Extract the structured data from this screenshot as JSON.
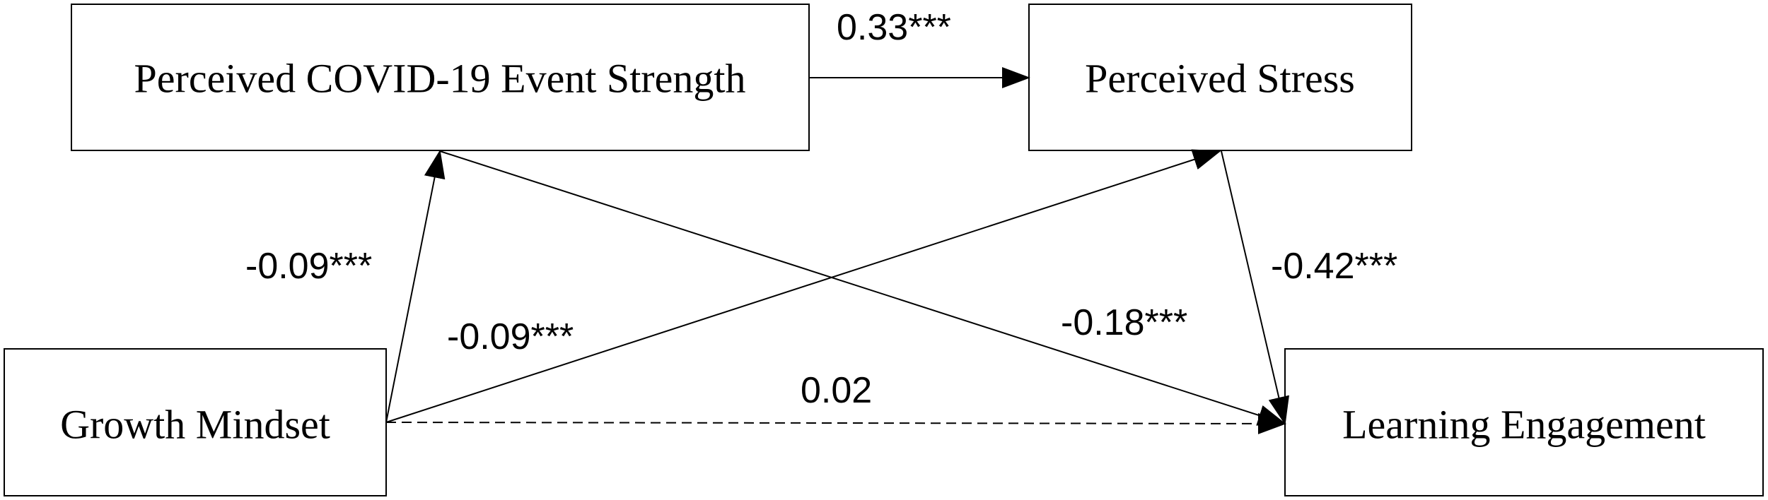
{
  "nodes": {
    "covid_strength": "Perceived COVID-19 Event Strength",
    "perceived_stress": "Perceived Stress",
    "growth_mindset": "Growth Mindset",
    "learning_engagement": "Learning Engagement"
  },
  "paths": {
    "covid_to_stress": "0.33***",
    "mindset_to_covid": "-0.09***",
    "mindset_to_stress": "-0.09***",
    "stress_to_engagement": "-0.42***",
    "covid_to_engagement": "-0.18***",
    "mindset_to_engagement": "0.02"
  }
}
